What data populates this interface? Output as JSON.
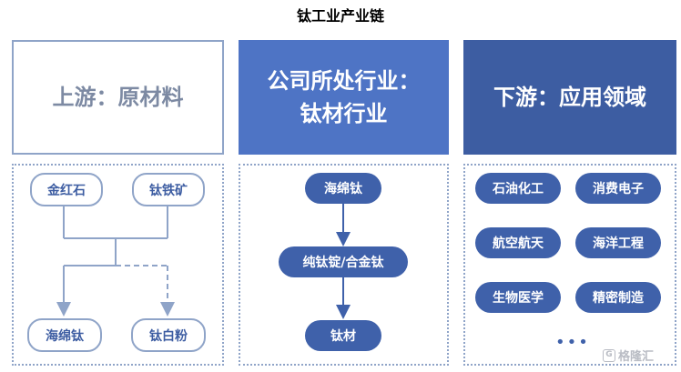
{
  "title": "钛工业产业链",
  "upstream": {
    "header": "上游：原材料",
    "materials": [
      "金红石",
      "钛铁矿"
    ],
    "products": [
      "海绵钛",
      "钛白粉"
    ]
  },
  "midstream": {
    "header_line1": "公司所处行业：",
    "header_line2": "钛材行业",
    "steps": [
      "海绵钛",
      "纯钛锭/合金钛",
      "钛材"
    ]
  },
  "downstream": {
    "header": "下游：应用领域",
    "fields": [
      "石油化工",
      "消费电子",
      "航空航天",
      "海洋工程",
      "生物医学",
      "精密制造"
    ],
    "more": "•••"
  },
  "watermark": "格隆汇",
  "colors": {
    "outline": "#8fa4c8",
    "mid_header": "#4e74c5",
    "dark_header": "#3d5da2",
    "node_fill": "#3f61aa"
  }
}
